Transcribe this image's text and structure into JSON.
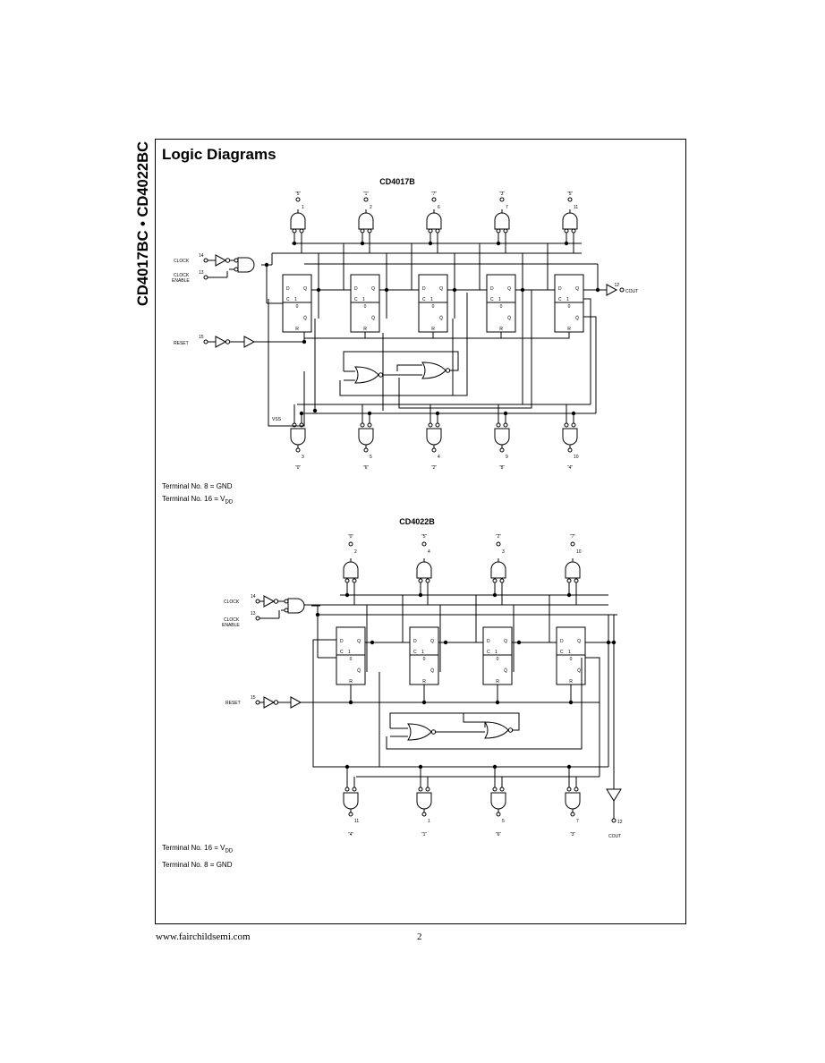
{
  "side_title": "CD4017BC • CD4022BC",
  "page_title": "Logic Diagrams",
  "d17": {
    "name": "CD4017B",
    "top_outputs": [
      {
        "label": "\"5\"",
        "pin": "1"
      },
      {
        "label": "\"1\"",
        "pin": "2"
      },
      {
        "label": "\"7\"",
        "pin": "6"
      },
      {
        "label": "\"3\"",
        "pin": "7"
      },
      {
        "label": "\"5\"",
        "pin": "11"
      }
    ],
    "bottom_outputs": [
      {
        "label": "\"0\"",
        "pin": "3"
      },
      {
        "label": "\"6\"",
        "pin": "5"
      },
      {
        "label": "\"2\"",
        "pin": "4"
      },
      {
        "label": "\"8\"",
        "pin": "9"
      },
      {
        "label": "\"4\"",
        "pin": "10"
      }
    ],
    "clock": {
      "label": "CLOCK",
      "pin": "14"
    },
    "clock_enable": {
      "label1": "CLOCK",
      "label2": "ENABLE",
      "pin": "13"
    },
    "reset": {
      "label": "RESET",
      "pin": "15"
    },
    "cout": {
      "label": "COUT",
      "pin": "12"
    },
    "vss": "VSS",
    "ff": {
      "d": "D",
      "q": "Q",
      "c": "C",
      "one": "1",
      "zero": "0",
      "qbar": "Q̄",
      "r": "R"
    }
  },
  "d22": {
    "name": "CD4022B",
    "top_outputs": [
      {
        "label": "\"0\"",
        "pin": "2"
      },
      {
        "label": "\"5\"",
        "pin": "4"
      },
      {
        "label": "\"2\"",
        "pin": "3"
      },
      {
        "label": "\"7\"",
        "pin": "10"
      }
    ],
    "bottom_outputs": [
      {
        "label": "\"4\"",
        "pin": "11"
      },
      {
        "label": "\"1\"",
        "pin": "1"
      },
      {
        "label": "\"6\"",
        "pin": "5"
      },
      {
        "label": "\"3\"",
        "pin": "7"
      }
    ],
    "clock": {
      "label": "CLOCK",
      "pin": "14"
    },
    "clock_enable": {
      "label1": "CLOCK",
      "label2": "ENABLE",
      "pin": "13"
    },
    "reset": {
      "label": "RESET",
      "pin": "15"
    },
    "cout": {
      "label": "COUT",
      "pin": "12"
    },
    "ff": {
      "d": "D",
      "q": "Q",
      "c": "C",
      "one": "1",
      "zero": "0",
      "qbar": "Q̄",
      "r": "R"
    }
  },
  "notes17": [
    {
      "prefix": "Terminal No. 8 = GND",
      "sub": ""
    },
    {
      "prefix": "Terminal No. 16 = V",
      "sub": "DD"
    }
  ],
  "notes22": [
    {
      "prefix": "Terminal No. 16 = V",
      "sub": "DD"
    },
    {
      "prefix": "Terminal No. 8 = GND",
      "sub": ""
    }
  ],
  "footer": {
    "url": "www.fairchildsemi.com",
    "page": "2"
  }
}
